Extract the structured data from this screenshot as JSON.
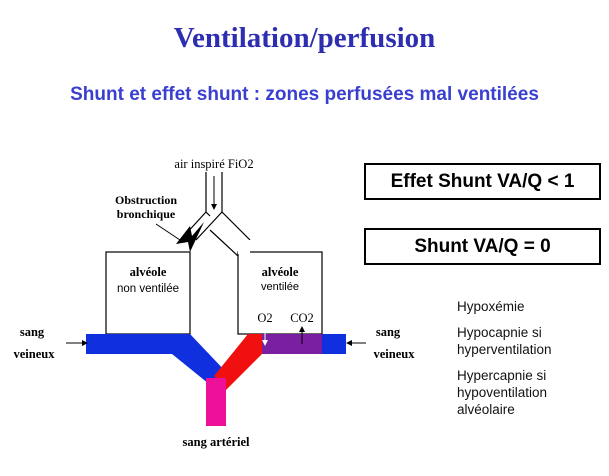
{
  "title": "Ventilation/perfusion",
  "subtitle": "Shunt et effet shunt : zones perfusées mal ventilées",
  "box_effet_shunt": "Effet Shunt VA/Q < 1",
  "box_shunt": "Shunt VA/Q = 0",
  "diagram": {
    "air_label": "air inspiré FiO2",
    "obstruction_label_line1": "Obstruction",
    "obstruction_label_line2": "bronchique",
    "alveole_left_line1": "alvéole",
    "alveole_left_line2": "non ventilée",
    "alveole_right_line1": "alvéole",
    "alveole_right_line2": "ventilée",
    "o2_label": "O2",
    "co2_label": "CO2",
    "sang_veineux_left_line1": "sang",
    "sang_veineux_left_line2": "veineux",
    "sang_veineux_right_line1": "sang",
    "sang_veineux_right_line2": "veineux",
    "sang_arteriel": "sang artériel",
    "colors": {
      "venous": "#1030e0",
      "arterial": "#f01010",
      "mixed": "#ee1099",
      "exchange": "#7a1fa0"
    }
  },
  "consequences": [
    "Hypoxémie",
    "Hypocapnie si hyperventilation",
    "Hypercapnie si hypoventilation alvéolaire"
  ]
}
